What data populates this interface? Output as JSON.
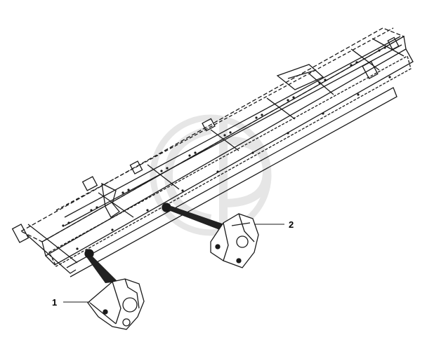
{
  "colors": {
    "line": "#1a1a1a",
    "part_fill": "#ffffff",
    "shadow": "#222222",
    "watermark": "#c8c8c8"
  },
  "watermark": {
    "icon": "gp-circle-logo-watermark"
  },
  "callouts": [
    {
      "label": "1"
    },
    {
      "label": "2"
    }
  ]
}
